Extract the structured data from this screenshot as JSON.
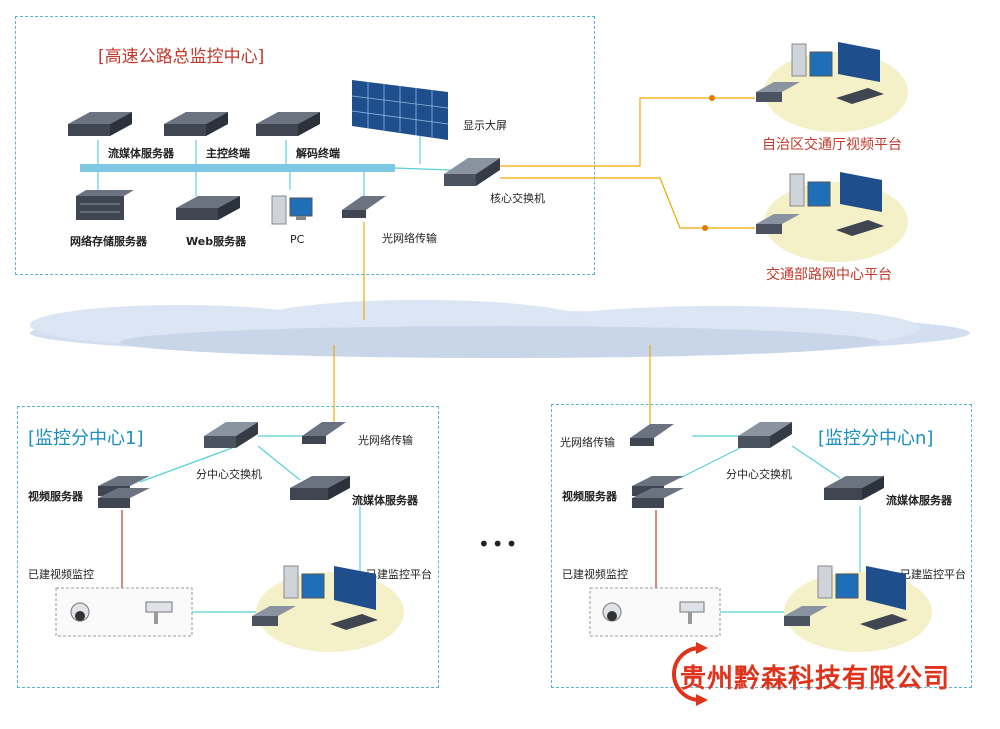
{
  "hq": {
    "title": "[高速公路总监控中心]",
    "labels": {
      "streaming_server": "流媒体服务器",
      "master_terminal": "主控终端",
      "decoder_terminal": "解码终端",
      "display_wall": "显示大屏",
      "core_switch": "核心交换机",
      "nas_server": "网络存储服务器",
      "web_server": "Web服务器",
      "pc": "PC",
      "optical": "光网络传输"
    }
  },
  "platforms": {
    "regional": "自治区交通厅视频平台",
    "ministry": "交通部路网中心平台"
  },
  "sub1": {
    "title": "[监控分中心1]",
    "optical": "光网络传输",
    "switch": "分中心交换机",
    "video_server": "视频服务器",
    "streaming_server": "流媒体服务器",
    "existing_cctv": "已建视频监控",
    "existing_platform": "已建监控平台"
  },
  "subn": {
    "title": "[监控分中心n]",
    "optical": "光网络传输",
    "switch": "分中心交换机",
    "video_server": "视频服务器",
    "streaming_server": "流媒体服务器",
    "existing_cctv": "已建视频监控",
    "existing_platform": "已建监控平台"
  },
  "ellipsis": "•••",
  "logo": {
    "text": "贵州黔森科技有限公司"
  },
  "colors": {
    "accent_red": "#c0392b",
    "accent_blue": "#1a8fbf",
    "link_orange": "#f2a900",
    "link_cyan": "#5ad0dc"
  }
}
